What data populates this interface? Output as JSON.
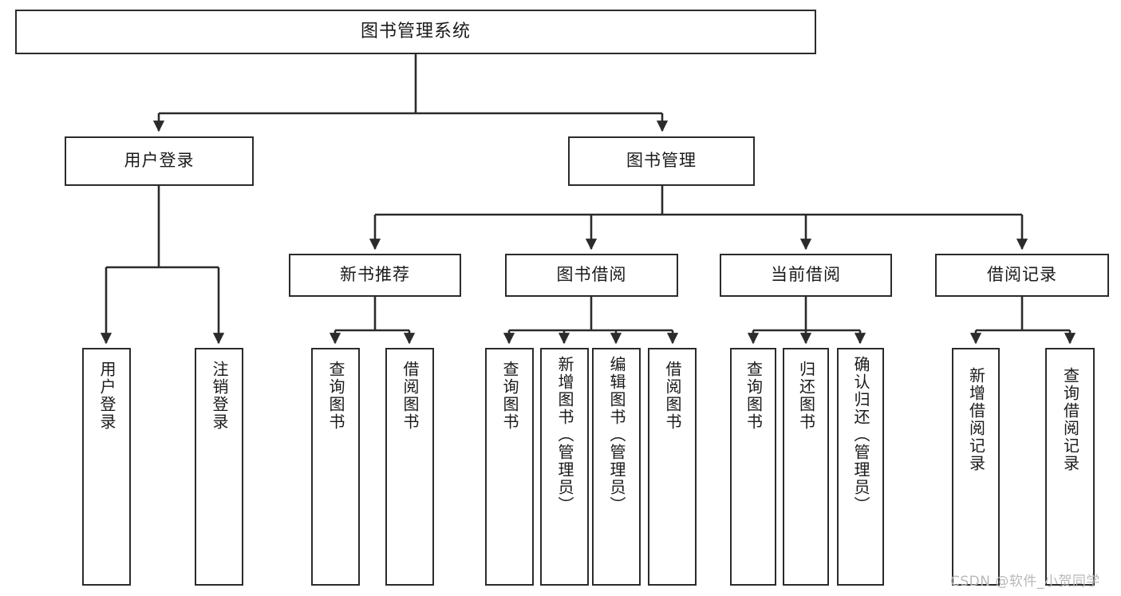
{
  "diagram": {
    "title": "图书管理系统",
    "type": "hierarchy-tree",
    "watermark": "CSDN @软件_小贺同学",
    "colors": {
      "stroke": "#2b2b2b",
      "fill": "#ffffff",
      "text": "#1a1a1a",
      "watermark": "#b8b8b8"
    },
    "levels": {
      "level1": [
        {
          "id": "root",
          "label": "图书管理系统"
        }
      ],
      "level2": [
        {
          "id": "user-login",
          "label": "用户登录"
        },
        {
          "id": "book-manage",
          "label": "图书管理"
        }
      ],
      "level3": [
        {
          "id": "new-book-rec",
          "label": "新书推荐"
        },
        {
          "id": "book-borrow",
          "label": "图书借阅"
        },
        {
          "id": "current-borrow",
          "label": "当前借阅"
        },
        {
          "id": "borrow-record",
          "label": "借阅记录"
        }
      ],
      "level4": [
        {
          "id": "leaf-user-login",
          "label": "用户登录",
          "parent": "user-login"
        },
        {
          "id": "leaf-logout",
          "label": "注销登录",
          "parent": "user-login"
        },
        {
          "id": "leaf-query-book-1",
          "label": "查询图书",
          "parent": "new-book-rec"
        },
        {
          "id": "leaf-borrow-book-1",
          "label": "借阅图书",
          "parent": "new-book-rec"
        },
        {
          "id": "leaf-query-book-2",
          "label": "查询图书",
          "parent": "book-borrow"
        },
        {
          "id": "leaf-add-book",
          "label": "新增图书（管理员）",
          "parent": "book-borrow"
        },
        {
          "id": "leaf-edit-book",
          "label": "编辑图书（管理员）",
          "parent": "book-borrow"
        },
        {
          "id": "leaf-borrow-book-2",
          "label": "借阅图书",
          "parent": "book-borrow"
        },
        {
          "id": "leaf-query-book-3",
          "label": "查询图书",
          "parent": "current-borrow"
        },
        {
          "id": "leaf-return-book",
          "label": "归还图书",
          "parent": "current-borrow"
        },
        {
          "id": "leaf-confirm-return",
          "label": "确认归还（管理员）",
          "parent": "current-borrow"
        },
        {
          "id": "leaf-add-record",
          "label": "新增借阅记录",
          "parent": "borrow-record"
        },
        {
          "id": "leaf-query-record",
          "label": "查询借阅记录",
          "parent": "borrow-record"
        }
      ]
    }
  }
}
